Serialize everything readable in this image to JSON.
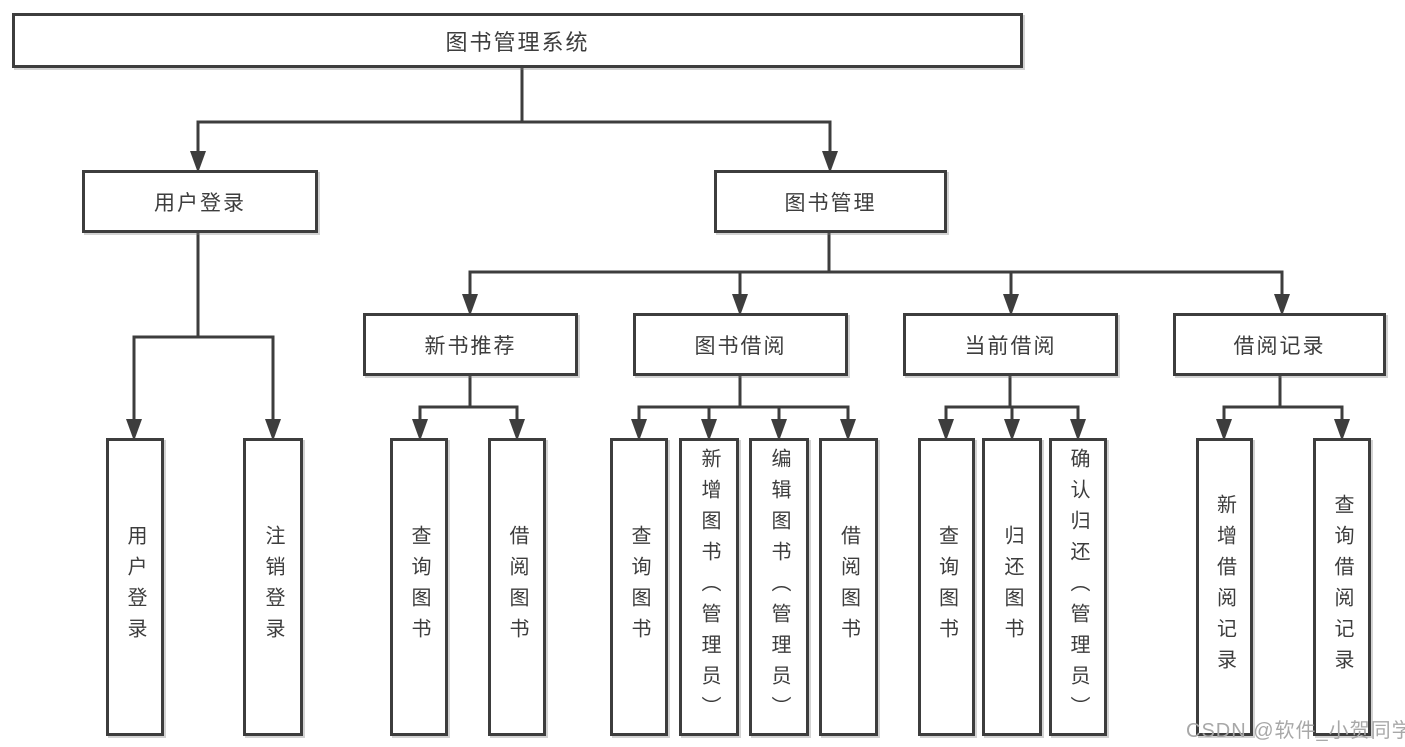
{
  "tree": {
    "label": "图书管理系统",
    "children": [
      {
        "label": "用户登录",
        "children": [
          {
            "label": "用户登录"
          },
          {
            "label": "注销登录"
          }
        ]
      },
      {
        "label": "图书管理",
        "children": [
          {
            "label": "新书推荐",
            "children": [
              {
                "label": "查询图书"
              },
              {
                "label": "借阅图书"
              }
            ]
          },
          {
            "label": "图书借阅",
            "children": [
              {
                "label": "查询图书"
              },
              {
                "label": "新增图书（管理员）"
              },
              {
                "label": "编辑图书（管理员）"
              },
              {
                "label": "借阅图书"
              }
            ]
          },
          {
            "label": "当前借阅",
            "children": [
              {
                "label": "查询图书"
              },
              {
                "label": "归还图书"
              },
              {
                "label": "确认归还（管理员）"
              }
            ]
          },
          {
            "label": "借阅记录",
            "children": [
              {
                "label": "新增借阅记录"
              },
              {
                "label": "查询借阅记录"
              }
            ]
          }
        ]
      }
    ]
  },
  "watermark": "CSDN @软件_小贺同学",
  "colors": {
    "line": "#3d3d3d",
    "text": "#3d3d3d",
    "box_background": "#ffffff",
    "watermark": "#a8a8a8",
    "background": "#ffffff"
  }
}
